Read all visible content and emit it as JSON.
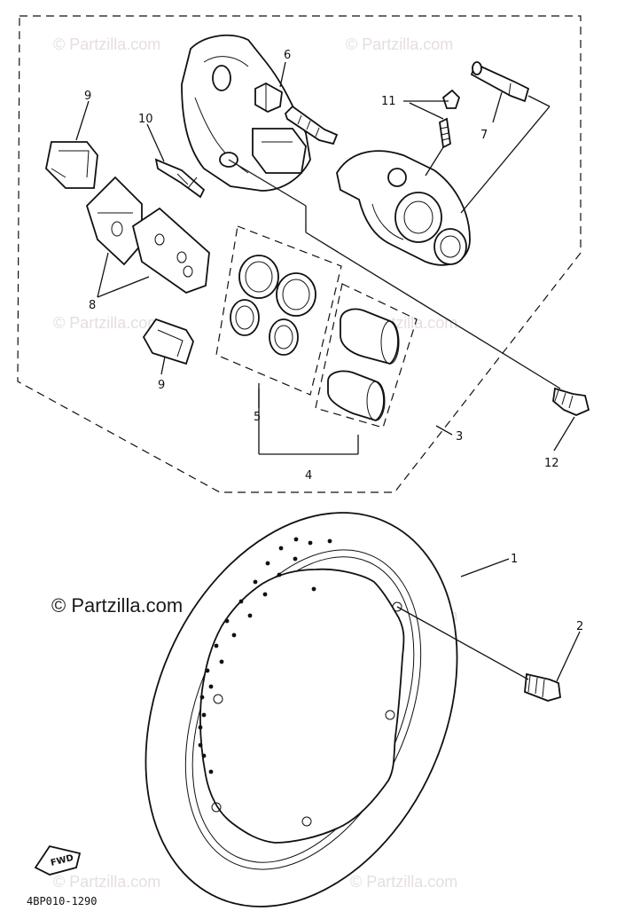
{
  "diagram_code": "4BP010-1290",
  "fwd_badge": "FWD",
  "watermark_text": "© Partzilla.com",
  "callouts": {
    "c1": "1",
    "c2": "2",
    "c3": "3",
    "c4": "4",
    "c5": "5",
    "c6": "6",
    "c7": "7",
    "c8": "8",
    "c9a": "9",
    "c9b": "9",
    "c10": "10",
    "c11": "11",
    "c12": "12"
  },
  "colors": {
    "line": "#111111",
    "watermark": "#e6dede",
    "background": "#ffffff"
  }
}
